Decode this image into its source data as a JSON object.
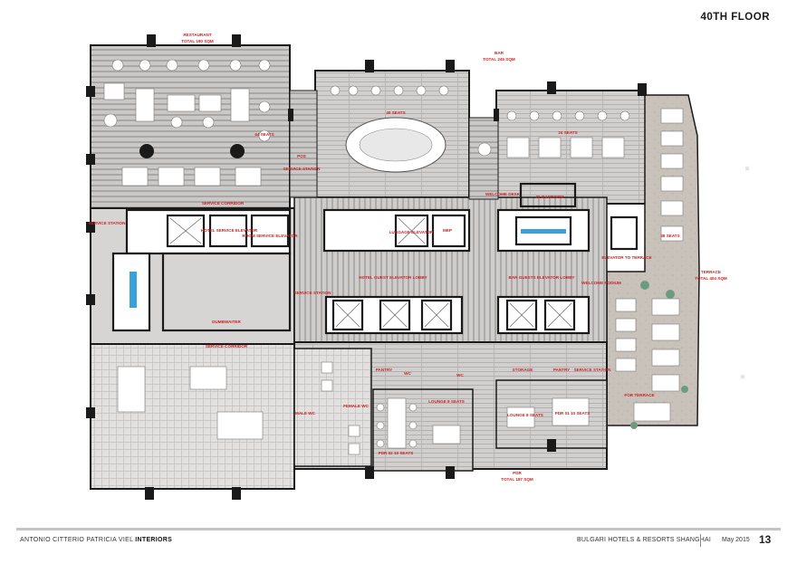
{
  "header": {
    "floor_title": "40TH FLOOR"
  },
  "labels": {
    "restaurant": "RESTAURANT",
    "restaurant_area": "TOTAL 190 SQM",
    "bar": "BAR",
    "bar_area": "TOTAL 245 SQM",
    "seats_64": "64 SEATS",
    "seats_40": "40 SEATS",
    "seats_24": "24 SEATS",
    "seats_38": "38 SEATS",
    "pos": "POS",
    "service_station": "SERVICE STATION",
    "service_corridor": "SERVICE CORRIDOR",
    "welcome_desk": "WELCOME DESK",
    "cloakroom": "CLOAKROOM",
    "hotel_service_elevator": "HOTEL SERVICE ELEVATOR",
    "room_service_elevator": "ROOM SERVICE ELEVATOR",
    "luggage_elevator": "LUGGAGE ELEVATOR",
    "mep": "MEP",
    "hotel_guest_lobby": "HOTEL GUEST ELEVATOR LOBBY",
    "bar_guest_lobby": "BAR GUESTS ELEVATOR LOBBY",
    "elevator_terrace": "ELEVATOR TO TERRACE",
    "welcome_podium": "WELCOME PODIUM",
    "terrace": "TERRACE",
    "terrace_area": "TOTAL 404 SQM",
    "bar_terrace": "FOR TERRACE",
    "dumbwaiter": "DUMBWAITER",
    "pantry": "PANTRY",
    "wc": "WC",
    "storage": "STORAGE",
    "male_wc": "MALE WC",
    "female_wc": "FEMALE WC",
    "lounge_8": "LOUNGE 8 SEATS",
    "lounge_2": "LOUNGE 8 SEATS",
    "pdr": "PDR 01 10 SEATS",
    "pdr_2": "PDR 02 10 SEATS",
    "pdr_total": "PDR",
    "pdr_total_area": "TOTAL 187 SQM"
  },
  "footer": {
    "left_a": "ANTONIO CITTERIO PATRICIA VIEL ",
    "left_b": "INTERIORS",
    "client": "BULGARI HOTELS & RESORTS SHANGHAI",
    "date": "May 2015",
    "page": "13"
  },
  "colors": {
    "wall": "#1a1a1a",
    "floor_gray": "#c8c6c4",
    "stripe": "#a9a7a5",
    "label_red": "#cc2222",
    "terrace": "#c9c2bb"
  }
}
